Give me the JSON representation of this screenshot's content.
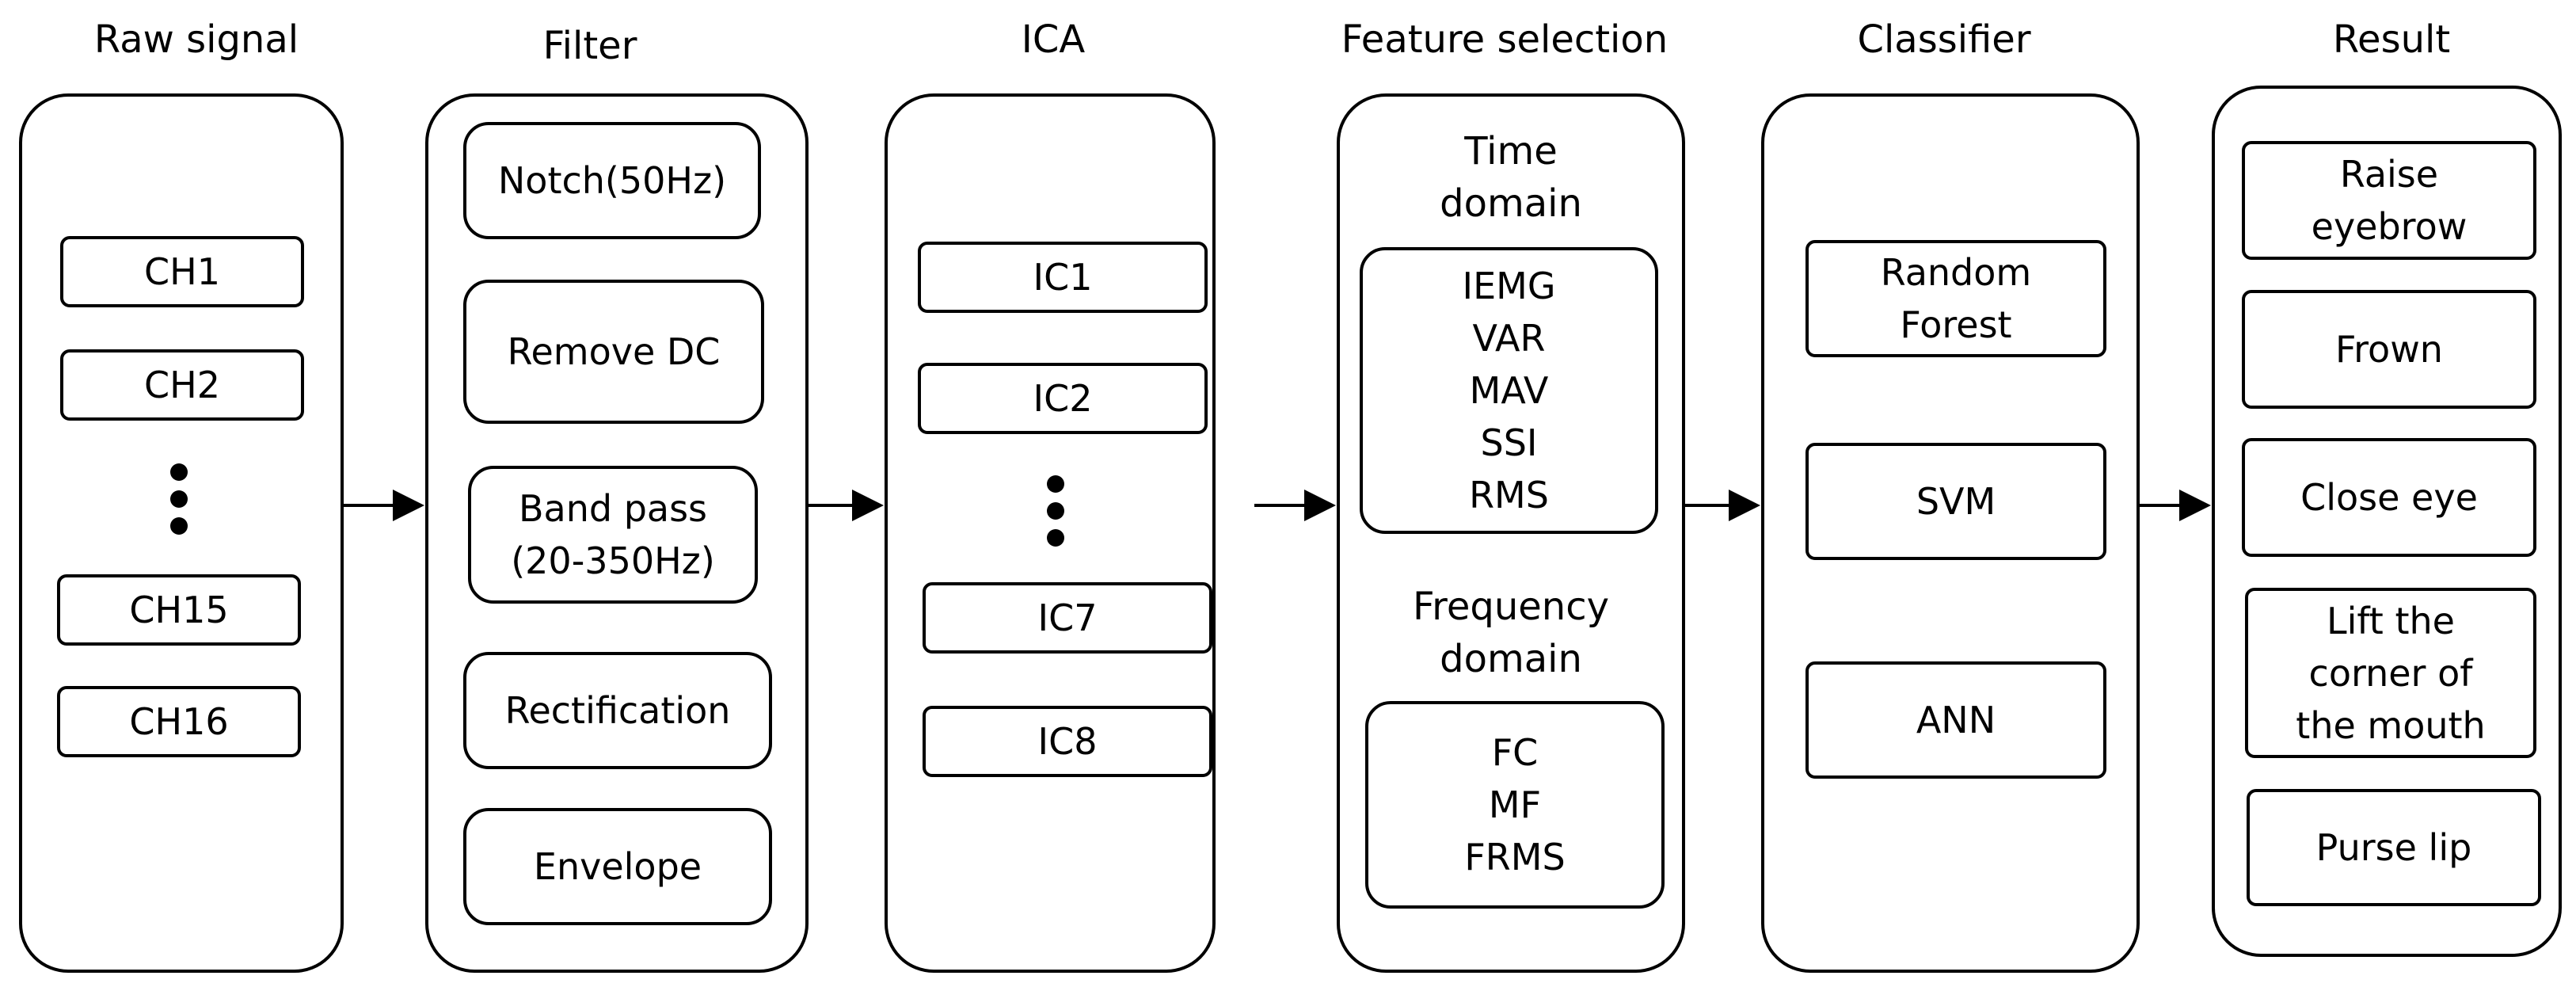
{
  "stages": {
    "raw": {
      "title": "Raw signal",
      "items": [
        "CH1",
        "CH2",
        "CH15",
        "CH16"
      ]
    },
    "filter": {
      "title": "Filter",
      "items": [
        "Notch(50Hz)",
        "Remove DC",
        "Band pass\n(20-350Hz)",
        "Rectification",
        "Envelope"
      ]
    },
    "ica": {
      "title": "ICA",
      "items": [
        "IC1",
        "IC2",
        "IC7",
        "IC8"
      ]
    },
    "feature": {
      "title": "Feature selection",
      "time_title": "Time\ndomain",
      "time_items": "IEMG\nVAR\nMAV\nSSI\nRMS",
      "freq_title": "Frequency\ndomain",
      "freq_items": "FC\nMF\nFRMS"
    },
    "classifier": {
      "title": "Classifier",
      "items": [
        "Random\nForest",
        "SVM",
        "ANN"
      ]
    },
    "result": {
      "title": "Result",
      "items": [
        "Raise\neyebrow",
        "Frown",
        "Close eye",
        "Lift the\ncorner of\nthe mouth",
        "Purse lip"
      ]
    }
  },
  "line_color": "#000000"
}
